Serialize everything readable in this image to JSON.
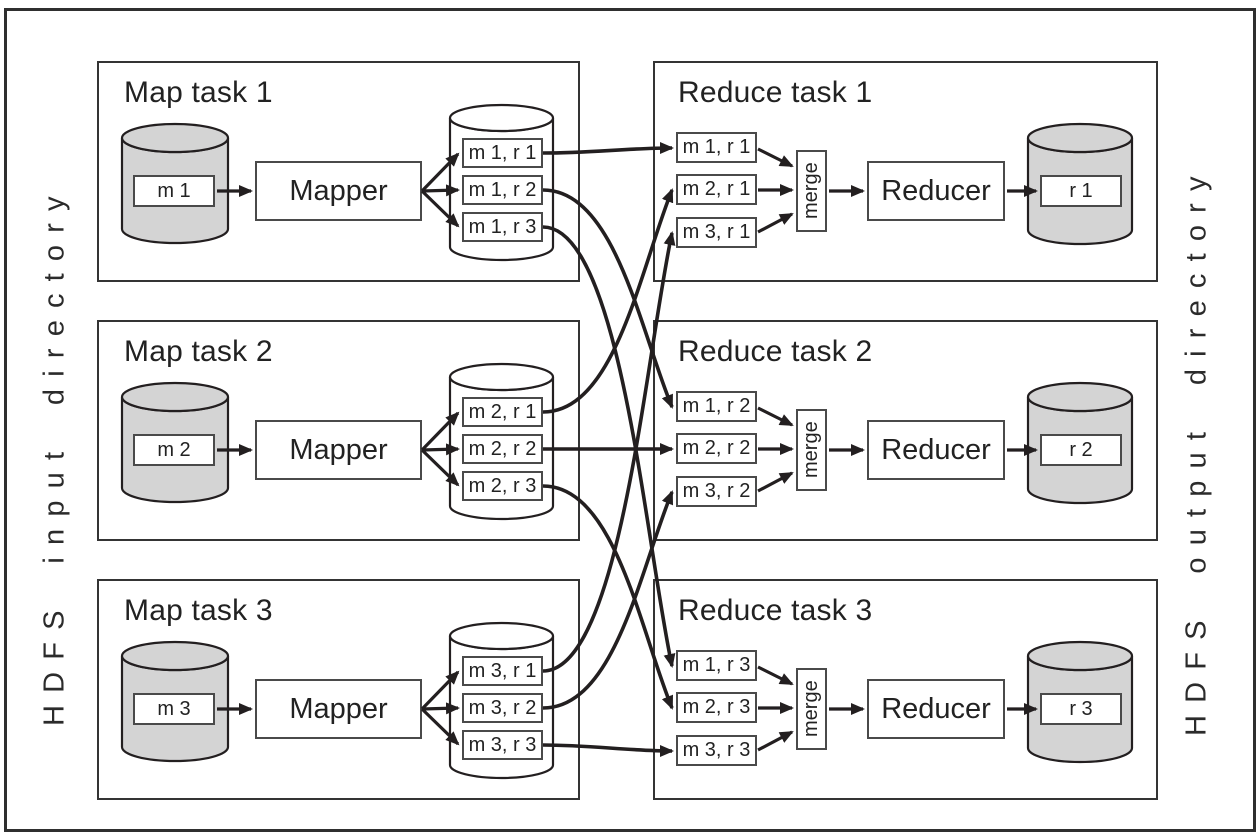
{
  "page": {
    "left_label": "HDFS input directory",
    "right_label": "HDFS output directory"
  },
  "map_tasks": [
    {
      "title": "Map task 1",
      "input": "m 1",
      "processor": "Mapper",
      "outputs": [
        "m 1, r 1",
        "m 1, r 2",
        "m 1, r 3"
      ]
    },
    {
      "title": "Map task 2",
      "input": "m 2",
      "processor": "Mapper",
      "outputs": [
        "m 2, r 1",
        "m 2, r 2",
        "m 2, r 3"
      ]
    },
    {
      "title": "Map task 3",
      "input": "m 3",
      "processor": "Mapper",
      "outputs": [
        "m 3, r 1",
        "m 3, r 2",
        "m 3, r 3"
      ]
    }
  ],
  "reduce_tasks": [
    {
      "title": "Reduce task 1",
      "inputs": [
        "m 1, r 1",
        "m 2, r 1",
        "m 3, r 1"
      ],
      "merge_label": "merge",
      "processor": "Reducer",
      "output": "r 1"
    },
    {
      "title": "Reduce task 2",
      "inputs": [
        "m 1, r 2",
        "m 2, r 2",
        "m 3, r 2"
      ],
      "merge_label": "merge",
      "processor": "Reducer",
      "output": "r 2"
    },
    {
      "title": "Reduce task 3",
      "inputs": [
        "m 1, r 3",
        "m 2, r 3",
        "m 3, r 3"
      ],
      "merge_label": "merge",
      "processor": "Reducer",
      "output": "r 3"
    }
  ],
  "colors": {
    "ink": "#231f20",
    "cylinder_gray": "#d4d4d4",
    "box_border": "#4a4a4a"
  }
}
